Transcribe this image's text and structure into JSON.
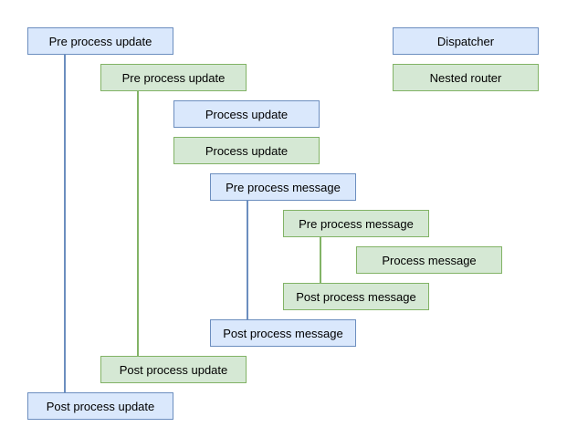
{
  "diagram": {
    "palette": {
      "background": "#ffffff",
      "text_color": "#000000",
      "blue_fill": "#dae8fc",
      "blue_stroke": "#6c8ebf",
      "green_fill": "#d5e8d4",
      "green_stroke": "#82b366"
    },
    "nodes": [
      {
        "id": "pre-process-update-blue",
        "label": "Pre process update",
        "color": "blue"
      },
      {
        "id": "dispatcher",
        "label": "Dispatcher",
        "color": "blue"
      },
      {
        "id": "pre-process-update-green",
        "label": "Pre process update",
        "color": "green"
      },
      {
        "id": "nested-router",
        "label": "Nested router",
        "color": "green"
      },
      {
        "id": "process-update-blue",
        "label": "Process update",
        "color": "blue"
      },
      {
        "id": "process-update-green",
        "label": "Process update",
        "color": "green"
      },
      {
        "id": "pre-process-message-blue",
        "label": "Pre process message",
        "color": "blue"
      },
      {
        "id": "pre-process-message-green",
        "label": "Pre process message",
        "color": "green"
      },
      {
        "id": "process-message-green",
        "label": "Process message",
        "color": "green"
      },
      {
        "id": "post-process-message-green",
        "label": "Post process message",
        "color": "green"
      },
      {
        "id": "post-process-message-blue",
        "label": "Post process message",
        "color": "blue"
      },
      {
        "id": "post-process-update-green",
        "label": "Post process update",
        "color": "green"
      },
      {
        "id": "post-process-update-blue",
        "label": "Post process update",
        "color": "blue"
      }
    ],
    "connectors": [
      {
        "from": "pre-process-update-blue",
        "to": "post-process-update-blue",
        "color": "blue"
      },
      {
        "from": "pre-process-update-green",
        "to": "post-process-update-green",
        "color": "green"
      },
      {
        "from": "pre-process-message-blue",
        "to": "post-process-message-blue",
        "color": "blue"
      },
      {
        "from": "pre-process-message-green",
        "to": "post-process-message-green",
        "color": "green"
      }
    ]
  }
}
